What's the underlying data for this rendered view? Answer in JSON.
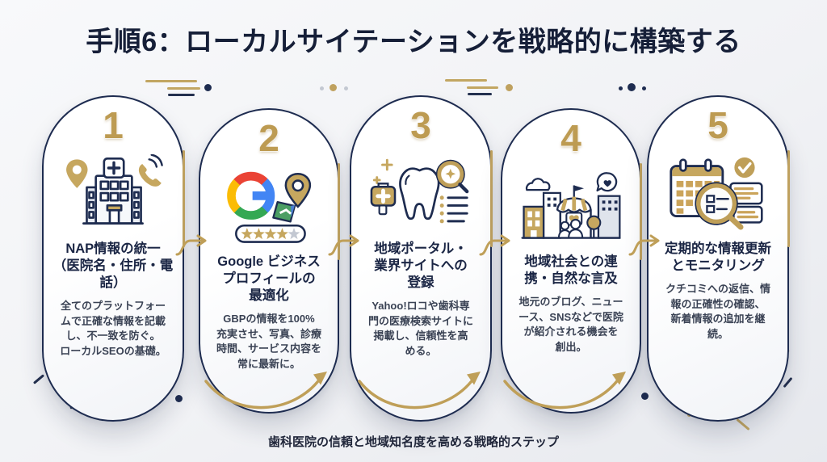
{
  "page": {
    "title": "手順6：ローカルサイテーションを戦略的に構築する",
    "caption": "歯科医院の信頼と地域知名度を高める戦略的ステップ"
  },
  "colors": {
    "navy": "#1e2c50",
    "gold": "#bf9f58",
    "background": "#f2f3f6",
    "star_inactive": "#c3c8d2"
  },
  "steps": [
    {
      "number": "1",
      "icon": "hospital-location-phone-icon",
      "title": "NAP情報の統一\n（医院名・住所・電話）",
      "body": "全てのプラットフォー\nムで正確な情報を記載\nし、不一致を防ぐ。\nローカルSEOの基礎。"
    },
    {
      "number": "2",
      "icon": "google-business-profile-icon",
      "title": "Google ビジネス\nプロフィールの\n最適化",
      "body": "GBPの情報を100%\n充実させ、写真、診療\n時間、サービス内容を\n常に最新に。"
    },
    {
      "number": "3",
      "icon": "tooth-search-directory-icon",
      "title": "地域ポータル・\n業界サイトへの\n登録",
      "body": "Yahoo!ロコや歯科専\n門の医療検索サイトに\n掲載し、信頼性を高\nめる。"
    },
    {
      "number": "4",
      "icon": "community-mention-icon",
      "title": "地域社会との連\n携・自然な言及",
      "body": "地元のブログ、ニュー\nース、SNSなどで医院\nが紹介される機会を\n創出。"
    },
    {
      "number": "5",
      "icon": "calendar-monitoring-icon",
      "title": "定期的な情報更新\nとモニタリング",
      "body": "クチコミへの返信、情\n報の正確性の確認、\n新着情報の追加を継\n続。"
    }
  ]
}
